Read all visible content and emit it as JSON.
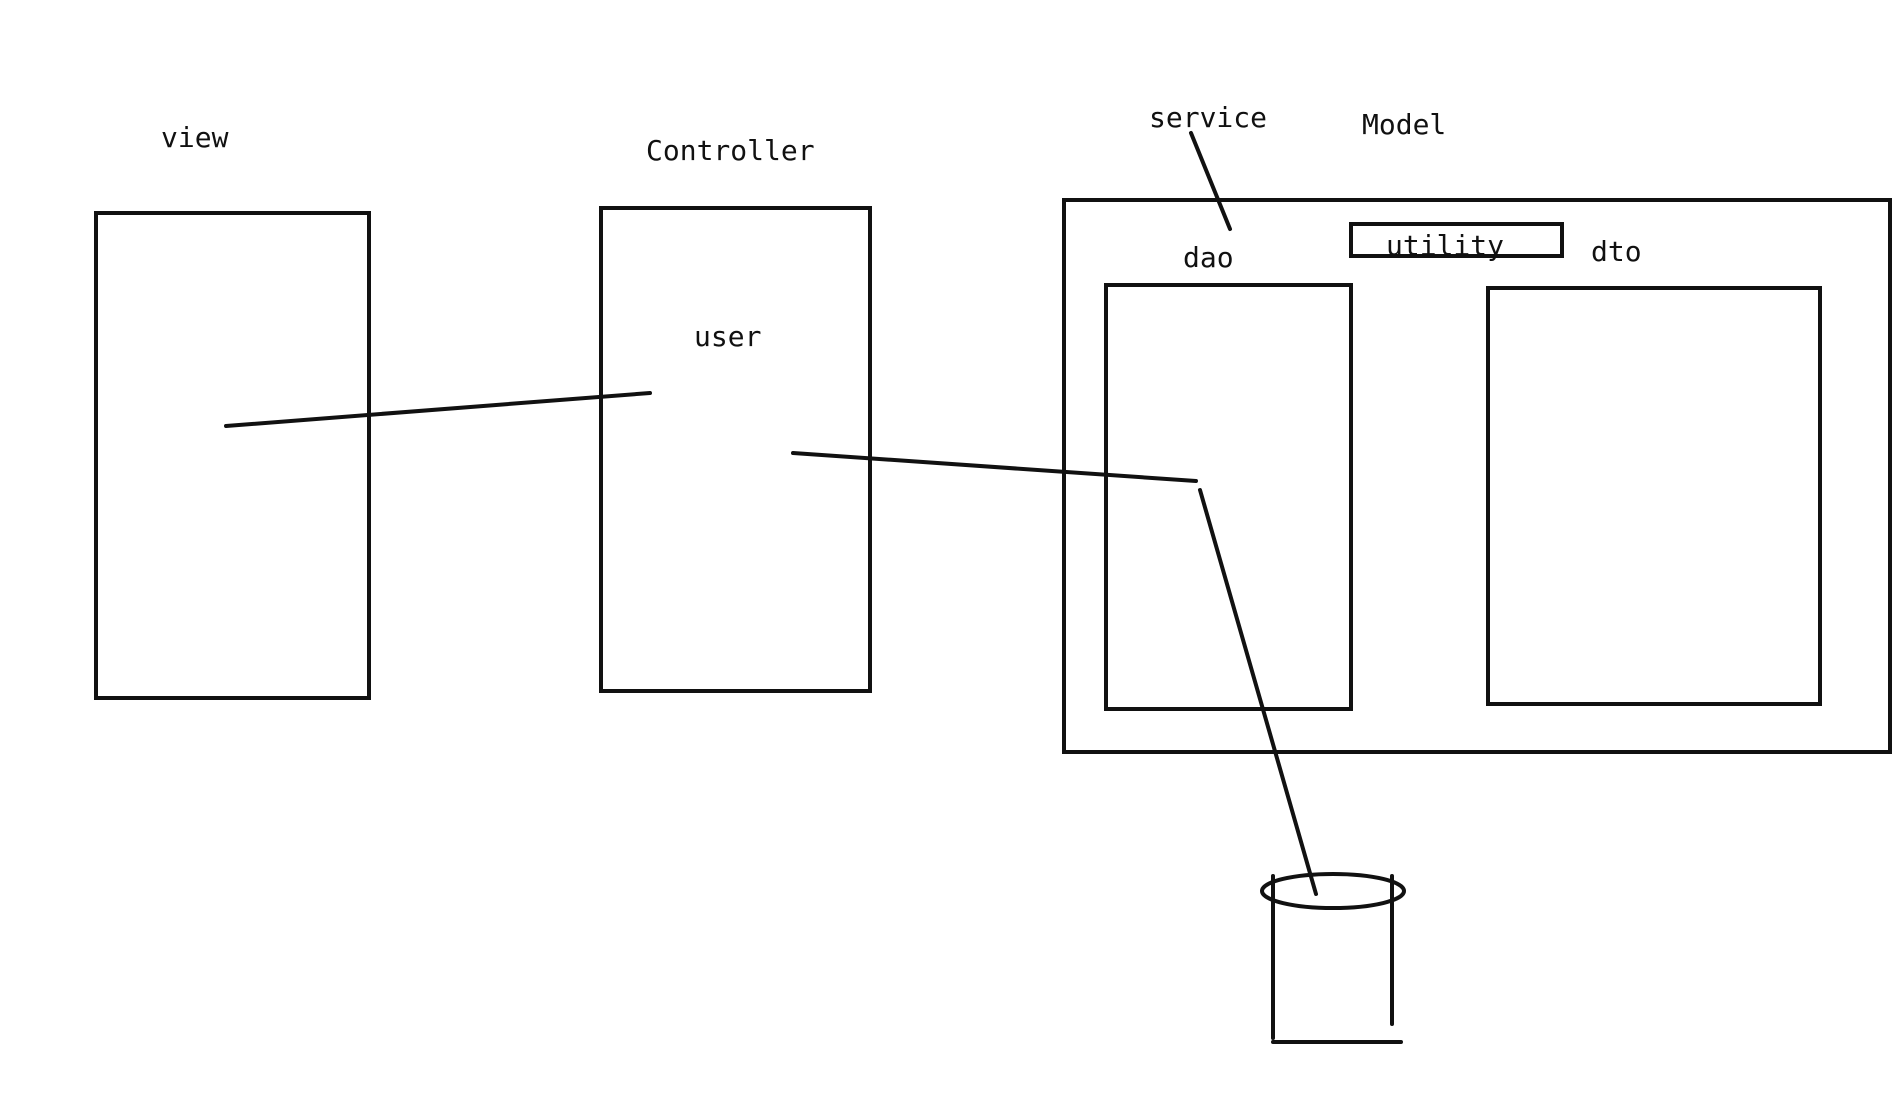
{
  "diagram": {
    "labels": {
      "view": "view",
      "controller": "Controller",
      "user": "user",
      "service": "service",
      "model": "Model",
      "dao": "dao",
      "utility": "utility",
      "dto": "dto"
    },
    "colors": {
      "stroke": "#111111",
      "background": "#ffffff"
    },
    "icons": {
      "database": "database-cylinder-icon"
    }
  }
}
